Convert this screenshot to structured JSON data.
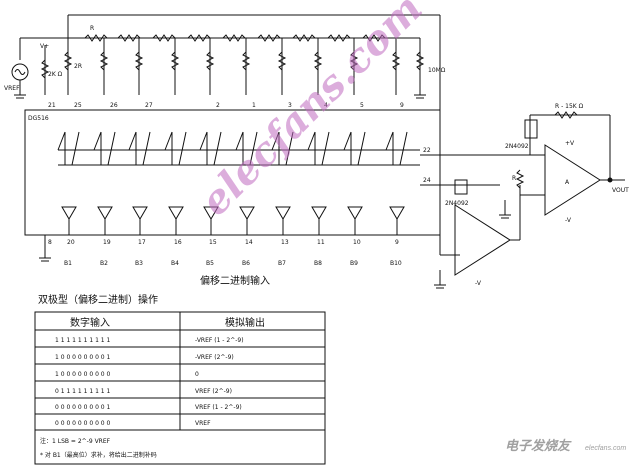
{
  "circuit": {
    "chip_label": "DG516",
    "vref_label": "VREF",
    "vplus_label": "V+",
    "ref_resistor": "2K Ω",
    "ladder_r": "R",
    "ladder_2r": "2R",
    "term_resistor": "10MΩ",
    "top_pins": [
      "21",
      "25",
      "26",
      "27",
      "2",
      "1",
      "3",
      "4",
      "5",
      "9"
    ],
    "bottom_pins": [
      "8",
      "20",
      "19",
      "17",
      "16",
      "15",
      "14",
      "13",
      "11",
      "10",
      "9"
    ],
    "bit_labels": [
      "B1",
      "B2",
      "B3",
      "B4",
      "B5",
      "B6",
      "B7",
      "B8",
      "B9",
      "B10"
    ],
    "out_pins": [
      "22",
      "24"
    ],
    "fet_upper": "2N4092",
    "fet_lower": "2N4092",
    "feedback_r": "R - 15K Ω",
    "opamp_label": "A",
    "vplus_supply": "+V",
    "vminus_supply": "-V",
    "vout_label": "VOUT",
    "input_caption": "偏移二进制输入"
  },
  "table": {
    "caption": "双极型（偏移二进制）操作",
    "col_digital": "数字输入",
    "col_analog": "模拟输出",
    "rows": [
      {
        "digital": "1 1 1 1 1 1 1 1 1 1",
        "analog": "-VREF (1 - 2^-9)"
      },
      {
        "digital": "1 0 0 0 0 0 0 0 0 1",
        "analog": "-VREF (2^-9)"
      },
      {
        "digital": "1 0 0 0 0 0 0 0 0 0",
        "analog": "0"
      },
      {
        "digital": "0 1 1 1 1 1 1 1 1 1",
        "analog": "VREF (2^-9)"
      },
      {
        "digital": "0 0 0 0 0 0 0 0 0 1",
        "analog": "VREF (1 - 2^-9)"
      },
      {
        "digital": "0 0 0 0 0 0 0 0 0 0",
        "analog": "VREF"
      }
    ],
    "note_1": "注：1 LSB = 2^-9 VREF",
    "note_2": "* 对 B1（最高位）求补，将给出二进制补码"
  },
  "watermark": "elecfans.com",
  "corner_logo": "电子发烧友",
  "corner_site": "elecfans.com"
}
